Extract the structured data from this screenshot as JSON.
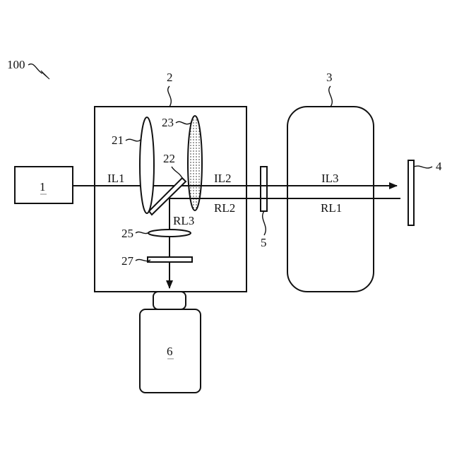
{
  "figure": {
    "system_ref": "100",
    "components": {
      "light_source": "1",
      "optical_module": "2",
      "medium": "3",
      "target": "4",
      "filter": "5",
      "detector": "6",
      "lens_21": "21",
      "mirror": "22",
      "lens_23": "23",
      "lens_25": "25",
      "element_27": "27"
    },
    "beams": {
      "incident_1": "IL1",
      "incident_2": "IL2",
      "incident_3": "IL3",
      "reflected_1": "RL1",
      "reflected_2": "RL2",
      "reflected_3": "RL3"
    }
  },
  "colors": {
    "stroke": "#111111",
    "background": "#ffffff"
  }
}
